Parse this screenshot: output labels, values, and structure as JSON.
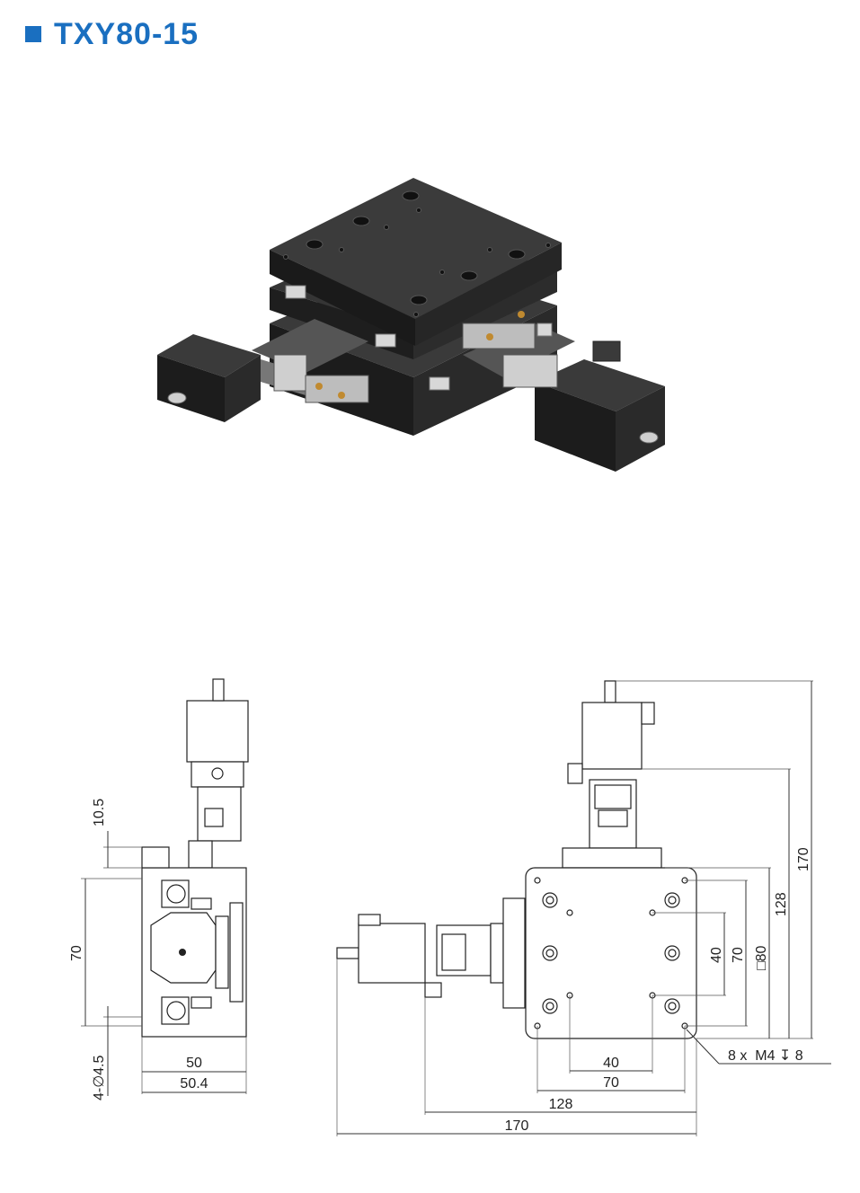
{
  "title": "TXY80-15",
  "colors": {
    "accent": "#1a6fc0",
    "metal": "#2a2a2a",
    "line": "#333333"
  },
  "side_view": {
    "dim_top": "10.5",
    "dim_height": "70",
    "dim_holes": "4-∅4.5",
    "dim_width_inner": "50",
    "dim_width_outer": "50.4"
  },
  "top_view": {
    "dim_total_height": "170",
    "dim_motor_height": "128",
    "dim_square": "□80",
    "dim_70": "70",
    "dim_40": "40",
    "dim_hole_spacing_x": "40",
    "dim_hole_spacing_70": "70",
    "dim_128": "128",
    "dim_170": "170",
    "thread_note": "8 x  M4 ↧ 8"
  }
}
